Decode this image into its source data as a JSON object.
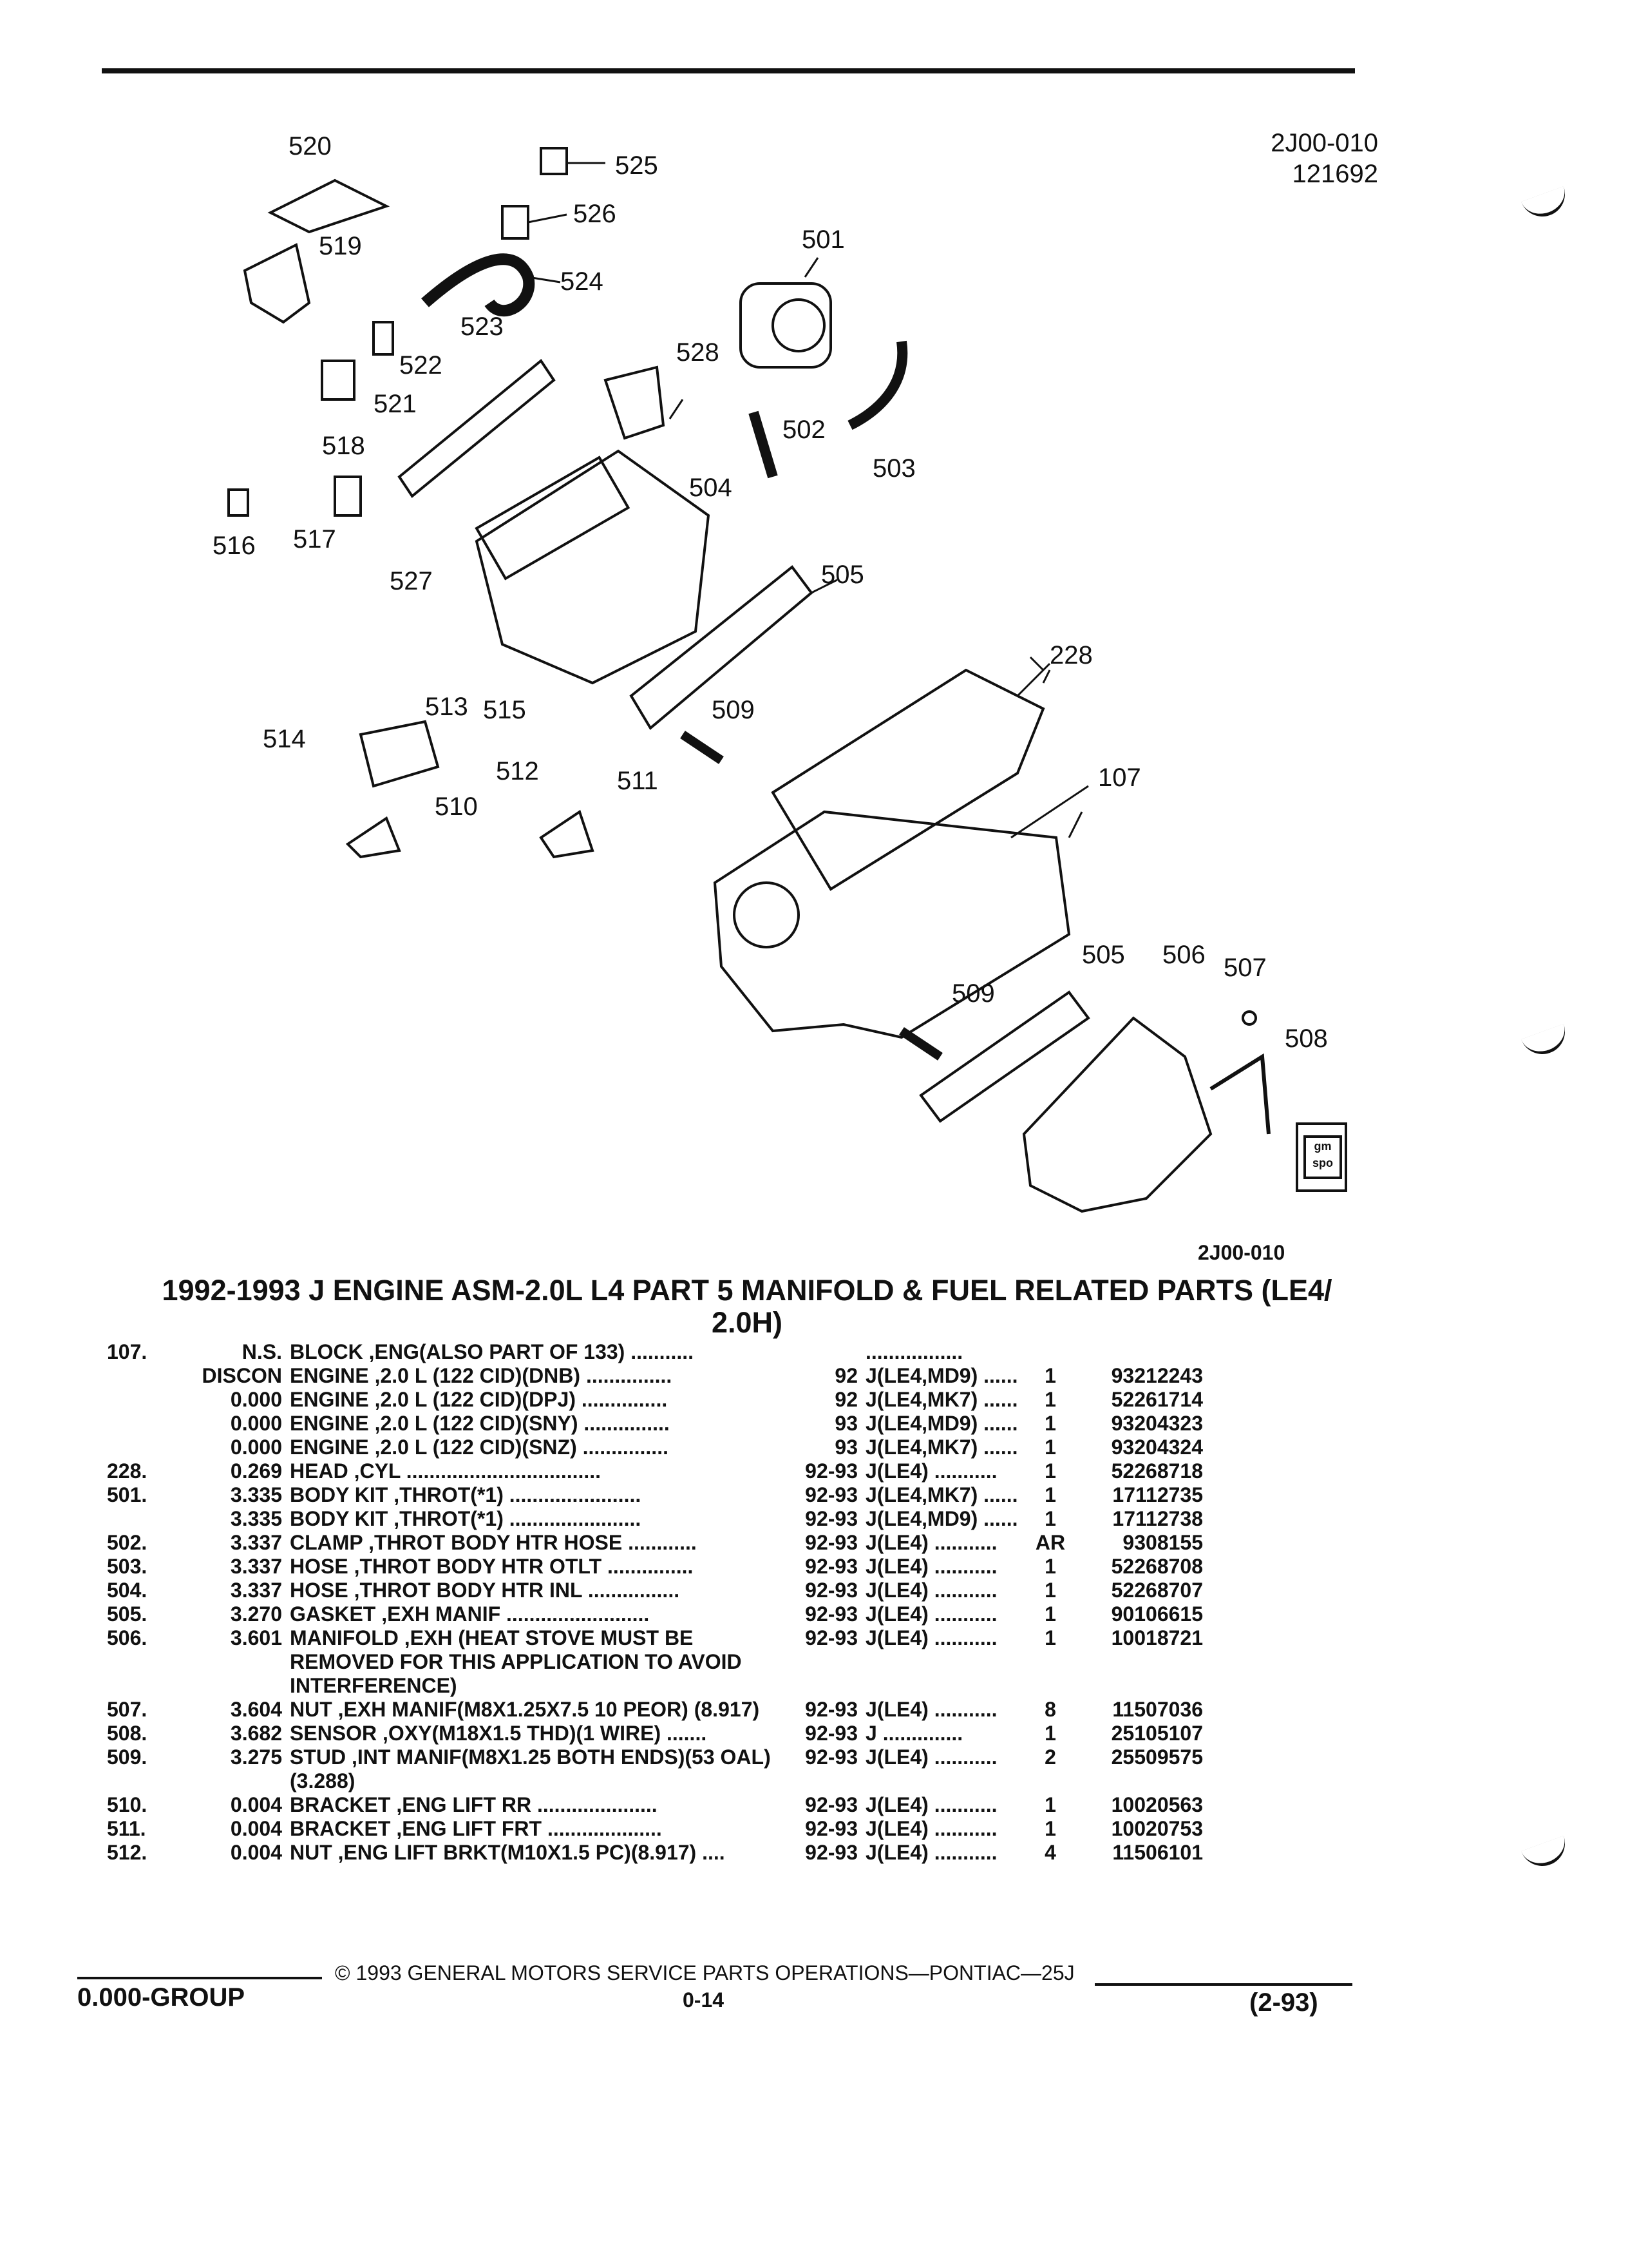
{
  "diagram": {
    "code_top": "2J00-010",
    "ref_top": "121692",
    "code_bottom": "2J00-010",
    "callouts": [
      "520",
      "525",
      "526",
      "519",
      "524",
      "501",
      "523",
      "522",
      "528",
      "521",
      "502",
      "503",
      "518",
      "504",
      "516",
      "517",
      "527",
      "505",
      "228",
      "514",
      "513",
      "515",
      "509",
      "107",
      "512",
      "511",
      "510",
      "505",
      "506",
      "507",
      "509",
      "508"
    ]
  },
  "title": {
    "line1": "1992-1993 J ENGINE ASM-2.0L L4 PART 5 MANIFOLD & FUEL RELATED PARTS (LE4/",
    "line2": "2.0H)"
  },
  "parts": [
    {
      "item": "107.",
      "qty": "N.S.",
      "desc": "BLOCK ,ENG(ALSO PART OF 133) ...........",
      "year": "",
      "usage": ".................",
      "count": "",
      "pn": ""
    },
    {
      "item": "",
      "qty": "DISCON",
      "desc": "ENGINE ,2.0 L (122 CID)(DNB) ...............",
      "year": "92",
      "usage": "J(LE4,MD9) ......",
      "count": "1",
      "pn": "93212243"
    },
    {
      "item": "",
      "qty": "0.000",
      "desc": "ENGINE ,2.0 L (122 CID)(DPJ) ...............",
      "year": "92",
      "usage": "J(LE4,MK7) ......",
      "count": "1",
      "pn": "52261714"
    },
    {
      "item": "",
      "qty": "0.000",
      "desc": "ENGINE ,2.0 L (122 CID)(SNY) ...............",
      "year": "93",
      "usage": "J(LE4,MD9) ......",
      "count": "1",
      "pn": "93204323"
    },
    {
      "item": "",
      "qty": "0.000",
      "desc": "ENGINE ,2.0 L (122 CID)(SNZ) ...............",
      "year": "93",
      "usage": "J(LE4,MK7) ......",
      "count": "1",
      "pn": "93204324"
    },
    {
      "item": "228.",
      "qty": "0.269",
      "desc": "HEAD ,CYL ..................................",
      "year": "92-93",
      "usage": "J(LE4) ...........",
      "count": "1",
      "pn": "52268718"
    },
    {
      "item": "501.",
      "qty": "3.335",
      "desc": "BODY KIT ,THROT(*1) .......................",
      "year": "92-93",
      "usage": "J(LE4,MK7) ......",
      "count": "1",
      "pn": "17112735"
    },
    {
      "item": "",
      "qty": "3.335",
      "desc": "BODY KIT ,THROT(*1) .......................",
      "year": "92-93",
      "usage": "J(LE4,MD9) ......",
      "count": "1",
      "pn": "17112738"
    },
    {
      "item": "502.",
      "qty": "3.337",
      "desc": "CLAMP ,THROT BODY HTR HOSE ............",
      "year": "92-93",
      "usage": "J(LE4) ...........",
      "count": "AR",
      "pn": "9308155"
    },
    {
      "item": "503.",
      "qty": "3.337",
      "desc": "HOSE ,THROT BODY HTR OTLT ...............",
      "year": "92-93",
      "usage": "J(LE4) ...........",
      "count": "1",
      "pn": "52268708"
    },
    {
      "item": "504.",
      "qty": "3.337",
      "desc": "HOSE ,THROT BODY HTR INL ................",
      "year": "92-93",
      "usage": "J(LE4) ...........",
      "count": "1",
      "pn": "52268707"
    },
    {
      "item": "505.",
      "qty": "3.270",
      "desc": "GASKET ,EXH MANIF .........................",
      "year": "92-93",
      "usage": "J(LE4) ...........",
      "count": "1",
      "pn": "90106615"
    },
    {
      "item": "506.",
      "qty": "3.601",
      "desc": "MANIFOLD ,EXH (HEAT STOVE MUST BE REMOVED FOR THIS APPLICATION TO AVOID INTERFERENCE)",
      "year": "92-93",
      "usage": "J(LE4) ...........",
      "count": "1",
      "pn": "10018721"
    },
    {
      "item": "507.",
      "qty": "3.604",
      "desc": "NUT ,EXH MANIF(M8X1.25X7.5 10 PEOR) (8.917)",
      "year": "92-93",
      "usage": "J(LE4) ...........",
      "count": "8",
      "pn": "11507036"
    },
    {
      "item": "508.",
      "qty": "3.682",
      "desc": "SENSOR ,OXY(M18X1.5 THD)(1 WIRE) .......",
      "year": "92-93",
      "usage": "J ..............",
      "count": "1",
      "pn": "25105107"
    },
    {
      "item": "509.",
      "qty": "3.275",
      "desc": "STUD ,INT MANIF(M8X1.25 BOTH ENDS)(53 OAL)(3.288)",
      "year": "92-93",
      "usage": "J(LE4) ...........",
      "count": "2",
      "pn": "25509575"
    },
    {
      "item": "510.",
      "qty": "0.004",
      "desc": "BRACKET ,ENG LIFT RR .....................",
      "year": "92-93",
      "usage": "J(LE4) ...........",
      "count": "1",
      "pn": "10020563"
    },
    {
      "item": "511.",
      "qty": "0.004",
      "desc": "BRACKET ,ENG LIFT FRT ....................",
      "year": "92-93",
      "usage": "J(LE4) ...........",
      "count": "1",
      "pn": "10020753"
    },
    {
      "item": "512.",
      "qty": "0.004",
      "desc": "NUT ,ENG LIFT BRKT(M10X1.5 PC)(8.917) ....",
      "year": "92-93",
      "usage": "J(LE4) ...........",
      "count": "4",
      "pn": "11506101"
    }
  ],
  "footer": {
    "copyright": "© 1993 GENERAL MOTORS SERVICE PARTS OPERATIONS—PONTIAC—25J",
    "group": "0.000-GROUP",
    "page": "0-14",
    "date": "(2-93)"
  },
  "logo_text": "gm spo"
}
